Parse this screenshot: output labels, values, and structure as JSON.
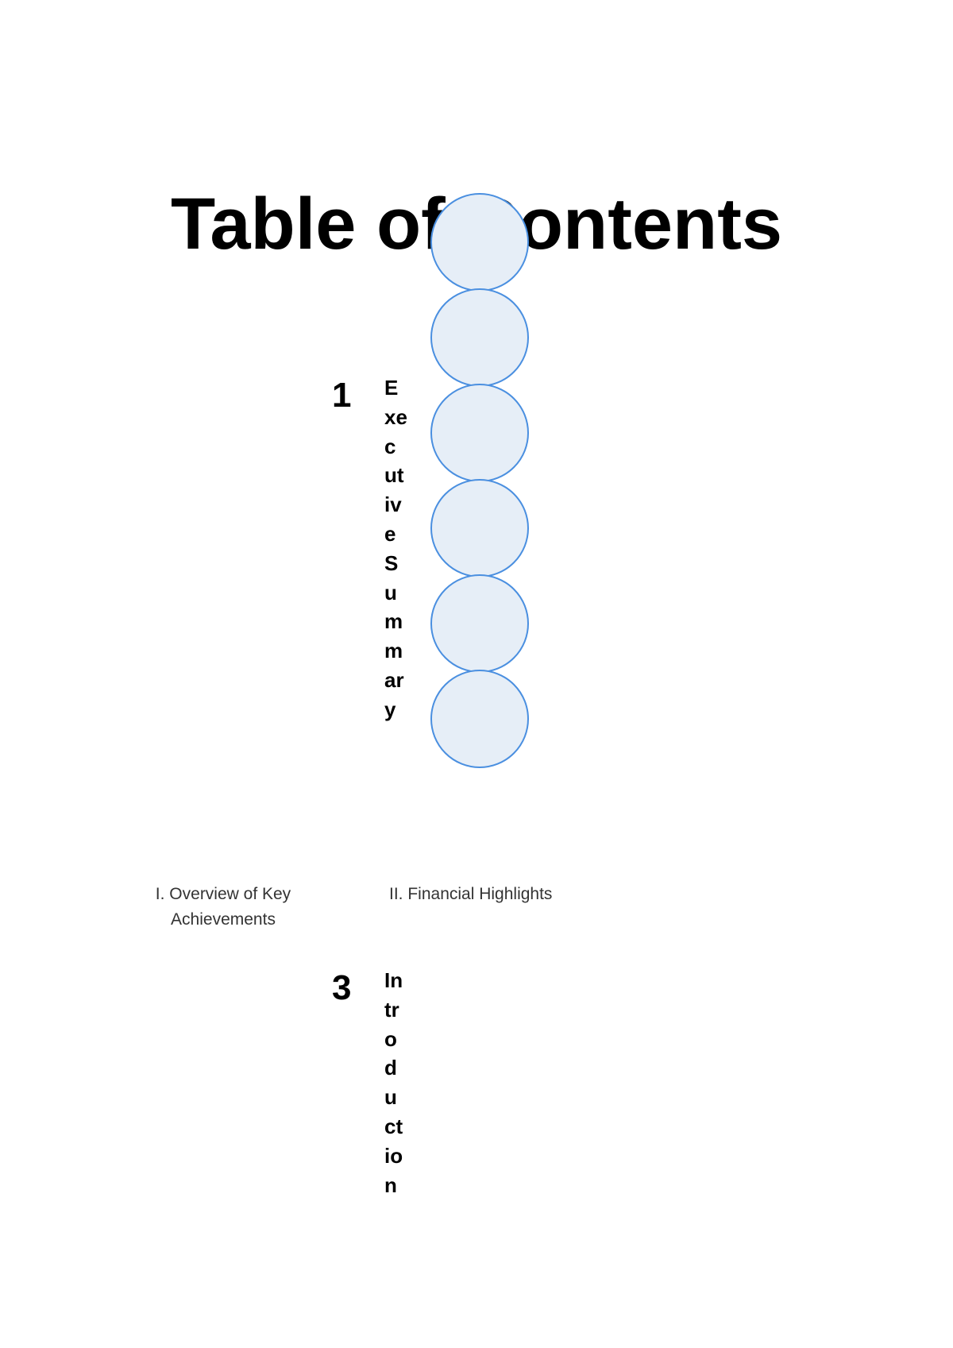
{
  "toc": {
    "title": "Table of Contents",
    "sections": [
      {
        "number": "1",
        "title": "ExecutiveSummary"
      },
      {
        "number": "3",
        "title": "Introduction"
      }
    ],
    "subsections": [
      "I. Overview of Key Achievements",
      "II. Financial Highlights"
    ]
  },
  "decoration": {
    "circle_count": 6,
    "circle_fill": "#e6eef7",
    "circle_stroke": "#4a8fe0"
  }
}
